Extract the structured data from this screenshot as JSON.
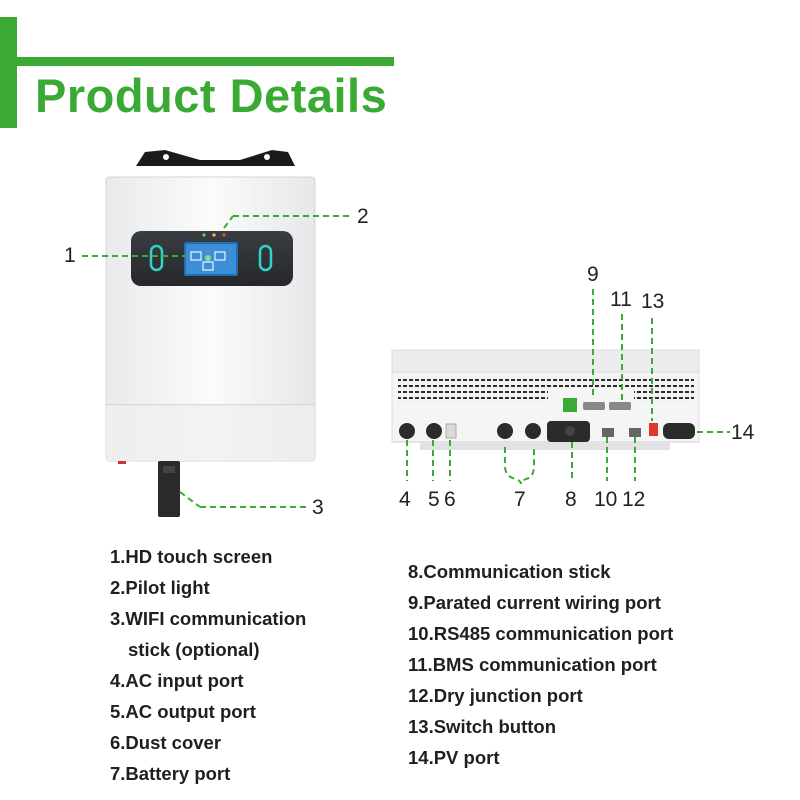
{
  "header": {
    "title": "Product Details"
  },
  "callouts": [
    "1",
    "2",
    "3",
    "4",
    "5",
    "6",
    "7",
    "8",
    "9",
    "10",
    "11",
    "12",
    "13",
    "14"
  ],
  "list_left": [
    "1.HD touch screen",
    "2.Pilot light",
    "3.WIFI communication",
    "stick (optional)",
    "4.AC input port",
    "5.AC output port",
    "6.Dust cover",
    "7.Battery port"
  ],
  "list_right": [
    "8.Communication stick",
    "9.Parated current wiring port",
    "10.RS485 communication port",
    "11.BMS communication port",
    "12.Dry junction port",
    "13.Switch button",
    "14.PV port"
  ],
  "colors": {
    "accent": "#3aaa35",
    "leader": "#3aaa35",
    "screen_glow": "#2fd3c8"
  }
}
